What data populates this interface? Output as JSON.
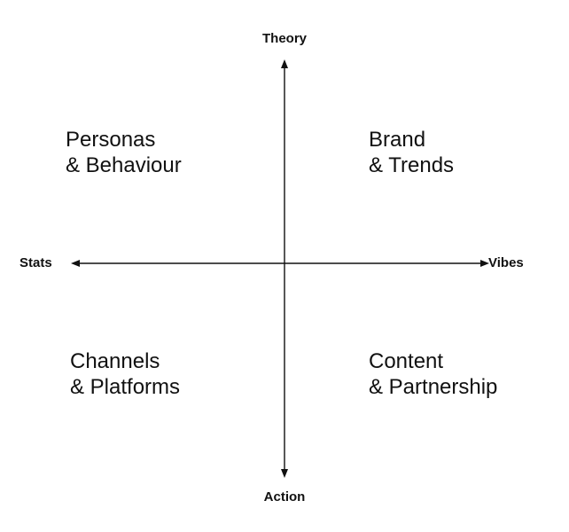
{
  "axes": {
    "top": "Theory",
    "bottom": "Action",
    "left": "Stats",
    "right": "Vibes"
  },
  "quadrants": {
    "top_left": {
      "line1": "Personas",
      "line2": "& Behaviour"
    },
    "top_right": {
      "line1": "Brand",
      "line2": "& Trends"
    },
    "bottom_left": {
      "line1": "Channels",
      "line2": "& Platforms"
    },
    "bottom_right": {
      "line1": "Content",
      "line2": "& Partnership"
    }
  }
}
